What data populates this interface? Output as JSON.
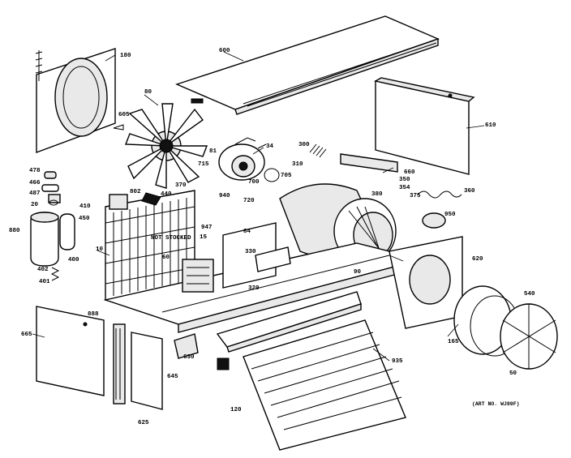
{
  "diagram": {
    "art_number": "(ART NO. WJ99F)",
    "callouts": [
      {
        "id": "c-180",
        "text": "180"
      },
      {
        "id": "c-600",
        "text": "600"
      },
      {
        "id": "c-610",
        "text": "610"
      },
      {
        "id": "c-605",
        "text": "605"
      },
      {
        "id": "c-80",
        "text": "80"
      },
      {
        "id": "c-81",
        "text": "81"
      },
      {
        "id": "c-34",
        "text": "34"
      },
      {
        "id": "c-300",
        "text": "300"
      },
      {
        "id": "c-310",
        "text": "310"
      },
      {
        "id": "c-478",
        "text": "478"
      },
      {
        "id": "c-466",
        "text": "466"
      },
      {
        "id": "c-487",
        "text": "487"
      },
      {
        "id": "c-20",
        "text": "20"
      },
      {
        "id": "c-410",
        "text": "410"
      },
      {
        "id": "c-450",
        "text": "450"
      },
      {
        "id": "c-880",
        "text": "880"
      },
      {
        "id": "c-402",
        "text": "402"
      },
      {
        "id": "c-400",
        "text": "400"
      },
      {
        "id": "c-401",
        "text": "401"
      },
      {
        "id": "c-802",
        "text": "802"
      },
      {
        "id": "c-440",
        "text": "440"
      },
      {
        "id": "c-370",
        "text": "370"
      },
      {
        "id": "c-715",
        "text": "715"
      },
      {
        "id": "c-705",
        "text": "705"
      },
      {
        "id": "c-700",
        "text": "700"
      },
      {
        "id": "c-720",
        "text": "720"
      },
      {
        "id": "c-940",
        "text": "940"
      },
      {
        "id": "c-947",
        "text": "947"
      },
      {
        "id": "c-not-stocked",
        "text": "NOT STOCKED"
      },
      {
        "id": "c-15",
        "text": "15"
      },
      {
        "id": "c-10",
        "text": "10"
      },
      {
        "id": "c-60",
        "text": "60"
      },
      {
        "id": "c-84",
        "text": "84"
      },
      {
        "id": "c-320",
        "text": "320"
      },
      {
        "id": "c-330",
        "text": "330"
      },
      {
        "id": "c-660",
        "text": "660"
      },
      {
        "id": "c-350",
        "text": "350"
      },
      {
        "id": "c-354",
        "text": "354"
      },
      {
        "id": "c-375",
        "text": "375"
      },
      {
        "id": "c-380",
        "text": "380"
      },
      {
        "id": "c-950",
        "text": "950"
      },
      {
        "id": "c-360",
        "text": "360"
      },
      {
        "id": "c-620",
        "text": "620"
      },
      {
        "id": "c-165",
        "text": "165"
      },
      {
        "id": "c-50",
        "text": "50"
      },
      {
        "id": "c-540",
        "text": "540"
      },
      {
        "id": "c-90",
        "text": "90"
      },
      {
        "id": "c-120",
        "text": "120"
      },
      {
        "id": "c-935",
        "text": "935"
      },
      {
        "id": "c-630",
        "text": "630"
      },
      {
        "id": "c-645",
        "text": "645"
      },
      {
        "id": "c-625",
        "text": "625"
      },
      {
        "id": "c-665",
        "text": "665"
      },
      {
        "id": "c-888",
        "text": "888"
      }
    ]
  }
}
